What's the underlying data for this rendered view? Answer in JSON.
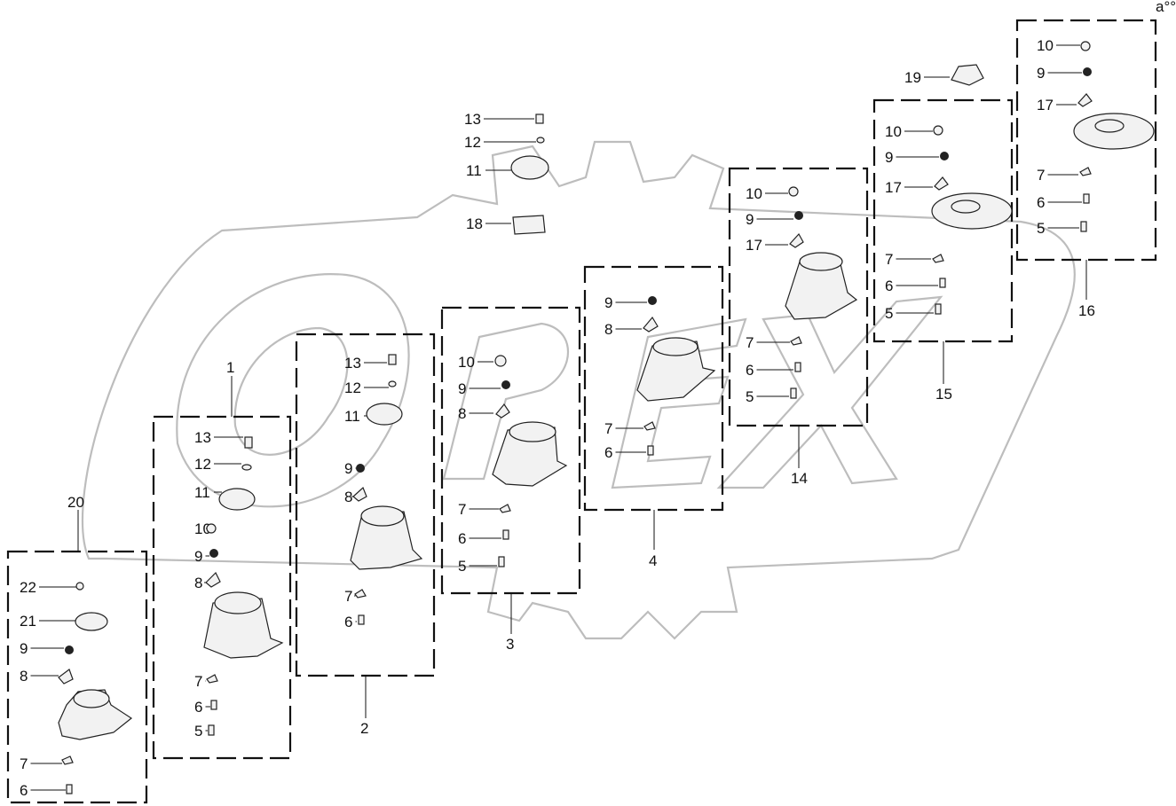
{
  "drawing": {
    "corner_mark": "a°° RRR",
    "assembly_labels": [
      "1",
      "2",
      "3",
      "4",
      "14",
      "15",
      "16",
      "20"
    ],
    "watermark_text": "OPEX"
  },
  "assemblies": [
    {
      "id": "20",
      "callouts": [
        "22",
        "21",
        "9",
        "8",
        "7",
        "6"
      ]
    },
    {
      "id": "1",
      "callouts": [
        "13",
        "12",
        "11",
        "10",
        "9",
        "8",
        "7",
        "6",
        "5"
      ]
    },
    {
      "id": "2",
      "callouts": [
        "13",
        "12",
        "11",
        "9",
        "8",
        "7",
        "6"
      ]
    },
    {
      "id": "3",
      "callouts": [
        "10",
        "9",
        "8",
        "7",
        "6",
        "5"
      ]
    },
    {
      "id": "4",
      "callouts": [
        "9",
        "8",
        "7",
        "6"
      ]
    },
    {
      "id": "14",
      "callouts": [
        "10",
        "9",
        "17",
        "7",
        "6",
        "5"
      ]
    },
    {
      "id": "15",
      "callouts": [
        "10",
        "9",
        "17",
        "7",
        "6",
        "5"
      ]
    },
    {
      "id": "16",
      "callouts": [
        "10",
        "9",
        "17",
        "7",
        "6",
        "5"
      ]
    }
  ],
  "loose_parts": [
    "13",
    "12",
    "11",
    "18",
    "19"
  ]
}
